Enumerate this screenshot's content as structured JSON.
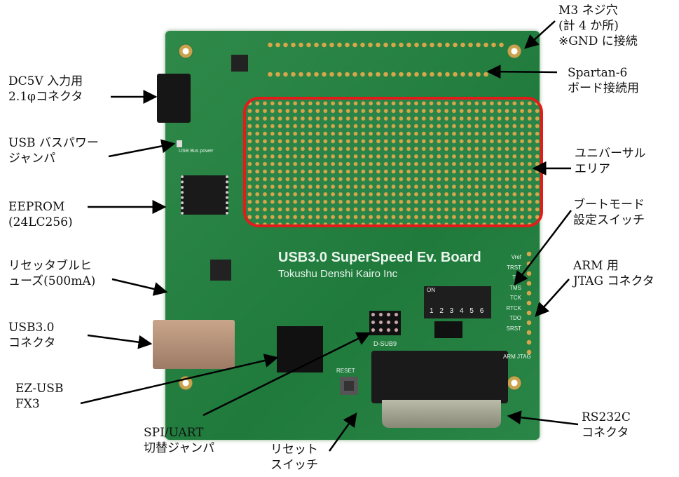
{
  "board": {
    "silkscreen_title": "USB3.0 SuperSpeed Ev. Board",
    "silkscreen_maker": "Tokushu Denshi Kairo Inc",
    "dip_label": "ON",
    "dip_numbers": "1 2 3 4 5 6",
    "reset_label": "RESET",
    "dsub_label": "D-SUB9",
    "jtag_pins": [
      "Vref",
      "TRST",
      "TDI",
      "TMS",
      "TCK",
      "RTCK",
      "TDO",
      "SRST"
    ],
    "jtag_caption": "ARM JTAG",
    "usb_bus_power_silk": "USB Bus power"
  },
  "annotations": {
    "m3_holes": "M3 ネジ穴\n(計 4 か所)\n※GND に接続",
    "spartan6": "Spartan-6\nボード接続用",
    "dc_jack": "DC5V 入力用\n2.1φコネクタ",
    "usb_bus_power": "USB バスパワー\nジャンパ",
    "universal_area": "ユニバーサル\nエリア",
    "eeprom": "EEPROM\n(24LC256)",
    "boot_mode": "ブートモード\n設定スイッチ",
    "fuse": "リセッタブルヒ\nューズ(500mA)",
    "arm_jtag": "ARM 用\nJTAG コネクタ",
    "usb3": "USB3.0\nコネクタ",
    "fx3": "EZ-USB\nFX3",
    "rs232c": "RS232C\nコネクタ",
    "spi_uart": "SPI/UART\n切替ジャンパ",
    "reset_switch": "リセット\nスイッチ"
  }
}
